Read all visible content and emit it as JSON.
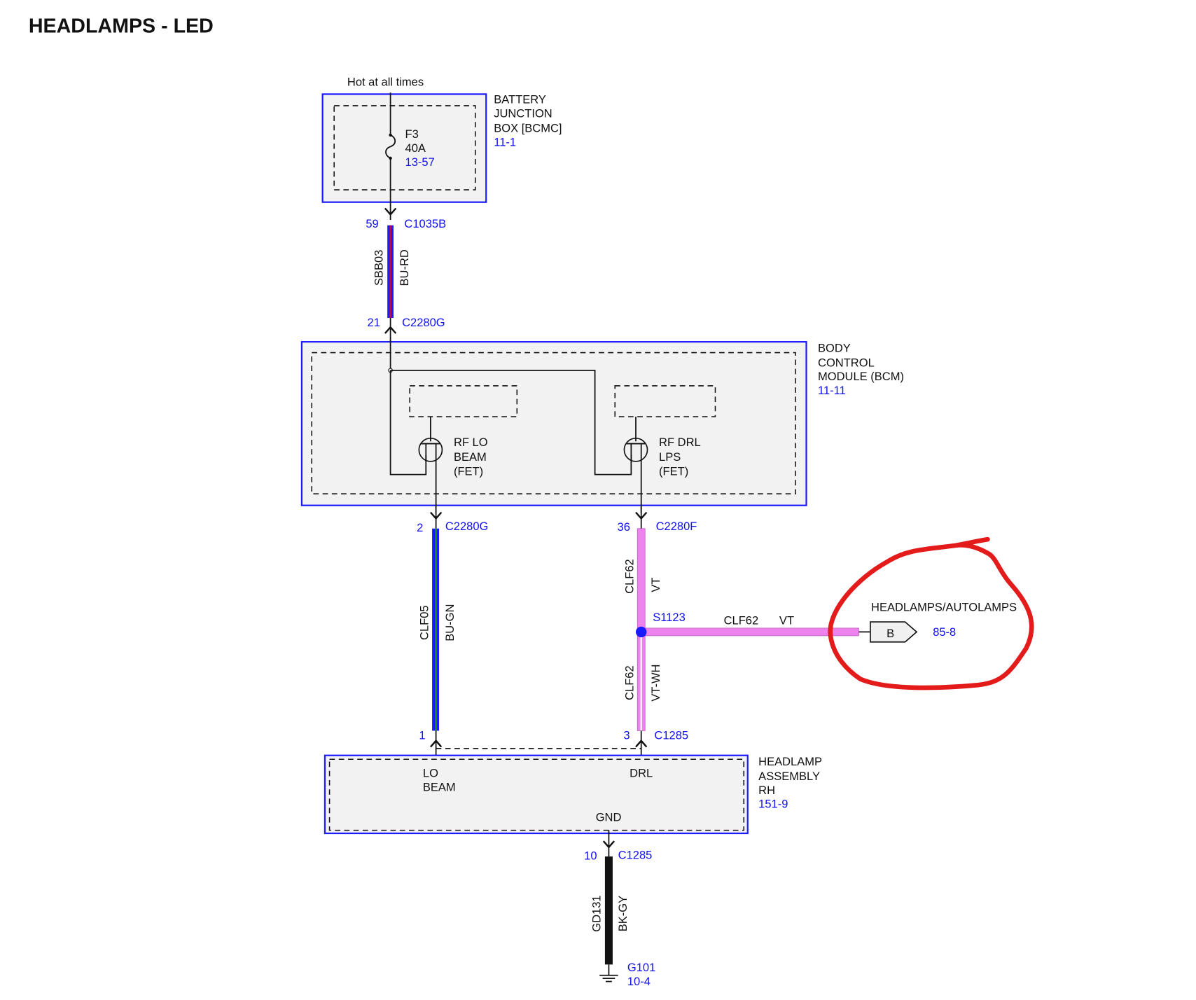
{
  "title": "HEADLAMPS - LED",
  "power": {
    "label": "Hot at all times"
  },
  "battery_junction_box": {
    "name_lines": [
      "BATTERY",
      "JUNCTION",
      "BOX [BCMC]"
    ],
    "ref": "11-1",
    "fuse": {
      "id": "F3",
      "rating": "40A",
      "ref": "13-57"
    }
  },
  "wire_sbb03": {
    "top_pin": "59",
    "top_connector": "C1035B",
    "circuit": "SBB03",
    "color": "BU-RD",
    "bottom_pin": "21",
    "bottom_connector": "C2280G"
  },
  "bcm": {
    "name_lines": [
      "BODY",
      "CONTROL",
      "MODULE (BCM)"
    ],
    "ref": "11-11",
    "fet_lo": [
      "RF LO",
      "BEAM",
      "(FET)"
    ],
    "fet_drl": [
      "RF DRL",
      "LPS",
      "(FET)"
    ]
  },
  "wire_clf05": {
    "top_pin": "2",
    "top_connector": "C2280G",
    "circuit": "CLF05",
    "color": "BU-GN",
    "bottom_pin": "1"
  },
  "wire_clf62_upper": {
    "top_pin": "36",
    "top_connector": "C2280F",
    "circuit": "CLF62",
    "color": "VT"
  },
  "splice": {
    "id": "S1123",
    "branch_circuit": "CLF62",
    "branch_color": "VT"
  },
  "wire_clf62_lower": {
    "circuit": "CLF62",
    "color": "VT-WH",
    "bottom_pin": "3",
    "bottom_connector": "C1285"
  },
  "offpage": {
    "title": "HEADLAMPS/AUTOLAMPS",
    "letter": "B",
    "ref": "85-8"
  },
  "headlamp_assembly": {
    "name_lines": [
      "HEADLAMP",
      "ASSEMBLY",
      "RH"
    ],
    "ref": "151-9",
    "lo_beam": [
      "LO",
      "BEAM"
    ],
    "drl": "DRL",
    "gnd": "GND"
  },
  "wire_gd131": {
    "top_pin": "10",
    "top_connector": "C1285",
    "circuit": "GD131",
    "color": "BK-GY",
    "ground": "G101",
    "ground_ref": "10-4"
  },
  "colors": {
    "box_border": "#1a1aff",
    "ref_text": "#1010f0",
    "annotation": "#e31b1b",
    "violet": "#ee82ee"
  }
}
